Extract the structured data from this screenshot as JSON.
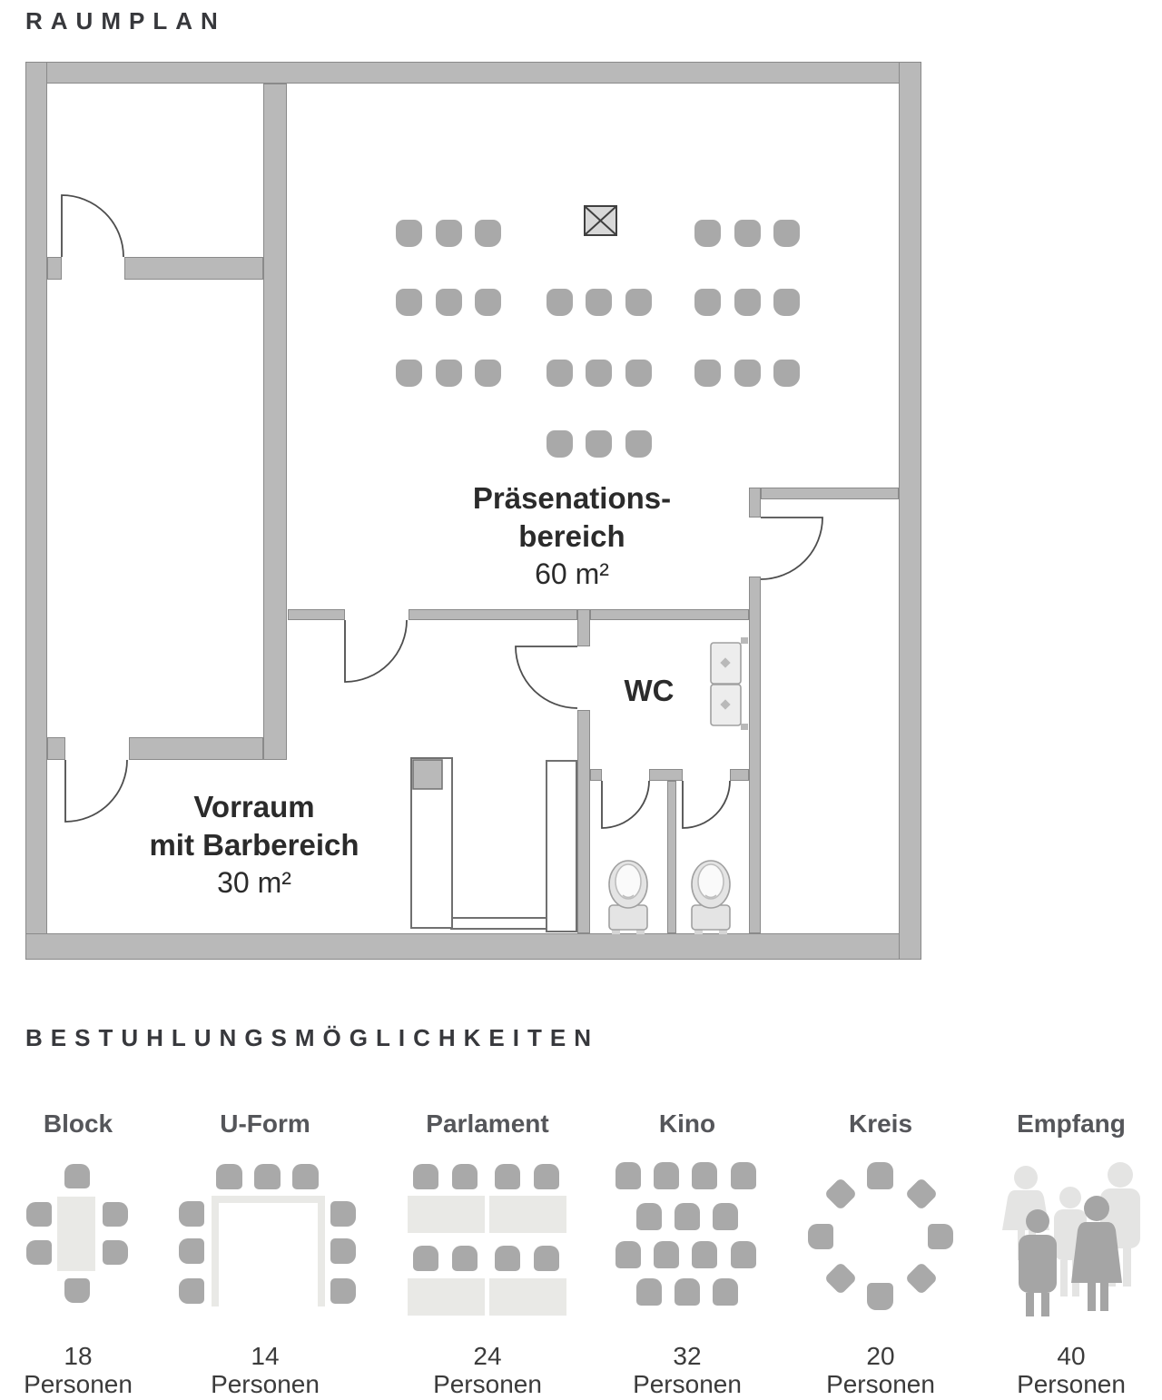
{
  "raumplan": {
    "title": "RAUMPLAN",
    "rooms": {
      "praesentation": {
        "line1": "Präsenations-",
        "line2": "bereich",
        "area": "60 m²"
      },
      "vorraum": {
        "line1": "Vorraum",
        "line2": "mit Barbereich",
        "area": "30 m²"
      },
      "wc": {
        "label": "WC"
      }
    }
  },
  "bestuhlung": {
    "title": "BESTUHLUNGSMÖGLICHKEITEN",
    "options": [
      {
        "name": "Block",
        "count": "18",
        "unit": "Personen"
      },
      {
        "name": "U-Form",
        "count": "14",
        "unit": "Personen"
      },
      {
        "name": "Parlament",
        "count": "24",
        "unit": "Personen"
      },
      {
        "name": "Kino",
        "count": "32",
        "unit": "Personen"
      },
      {
        "name": "Kreis",
        "count": "20",
        "unit": "Personen"
      },
      {
        "name": "Empfang",
        "count": "40",
        "unit": "Personen"
      }
    ]
  },
  "colors": {
    "wall": "#b9b9b9",
    "wallStroke": "#8a8a8a",
    "chair": "#a9a9a9",
    "table": "#e9e9e6",
    "heading": "#37383c",
    "roomlabel": "#2b2b2b",
    "optlabel": "#55565a",
    "count": "#3b3b3b",
    "personLight": "#e4e4e3",
    "personDark": "#a5a5a5",
    "door": "#4d4d4d"
  }
}
